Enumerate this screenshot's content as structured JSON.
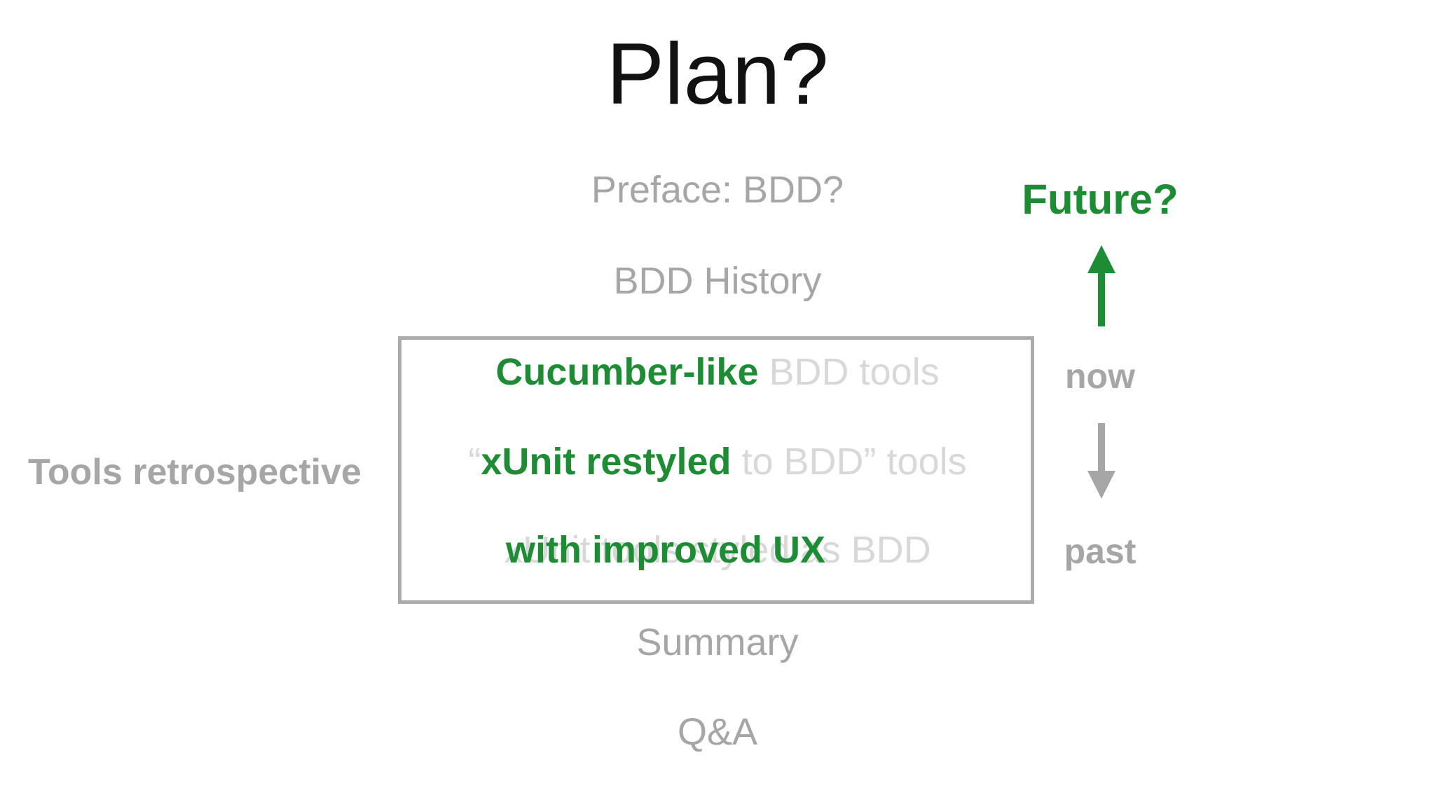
{
  "slide": {
    "title": "Plan?",
    "agenda": {
      "preface": "Preface: BDD?",
      "history": "BDD History",
      "item1_highlight": "Cucumber-like",
      "item1_rest": " BDD tools",
      "item2_open_quote": "“",
      "item2_highlight": "xUnit restyled",
      "item2_rest": " to BDD” tools",
      "item3_faded": "xUnit tools styled as BDD",
      "item3_highlight": "with improved UX",
      "summary": "Summary",
      "qa": "Q&A"
    },
    "left_label": "Tools retrospective",
    "timeline": {
      "future": "Future?",
      "now": "now",
      "past": "past"
    },
    "colors": {
      "accent_green": "#1e8c35",
      "muted_gray": "#a6a6a6",
      "faint_gray": "#d8d8d8",
      "frame_gray": "#ababab"
    }
  }
}
